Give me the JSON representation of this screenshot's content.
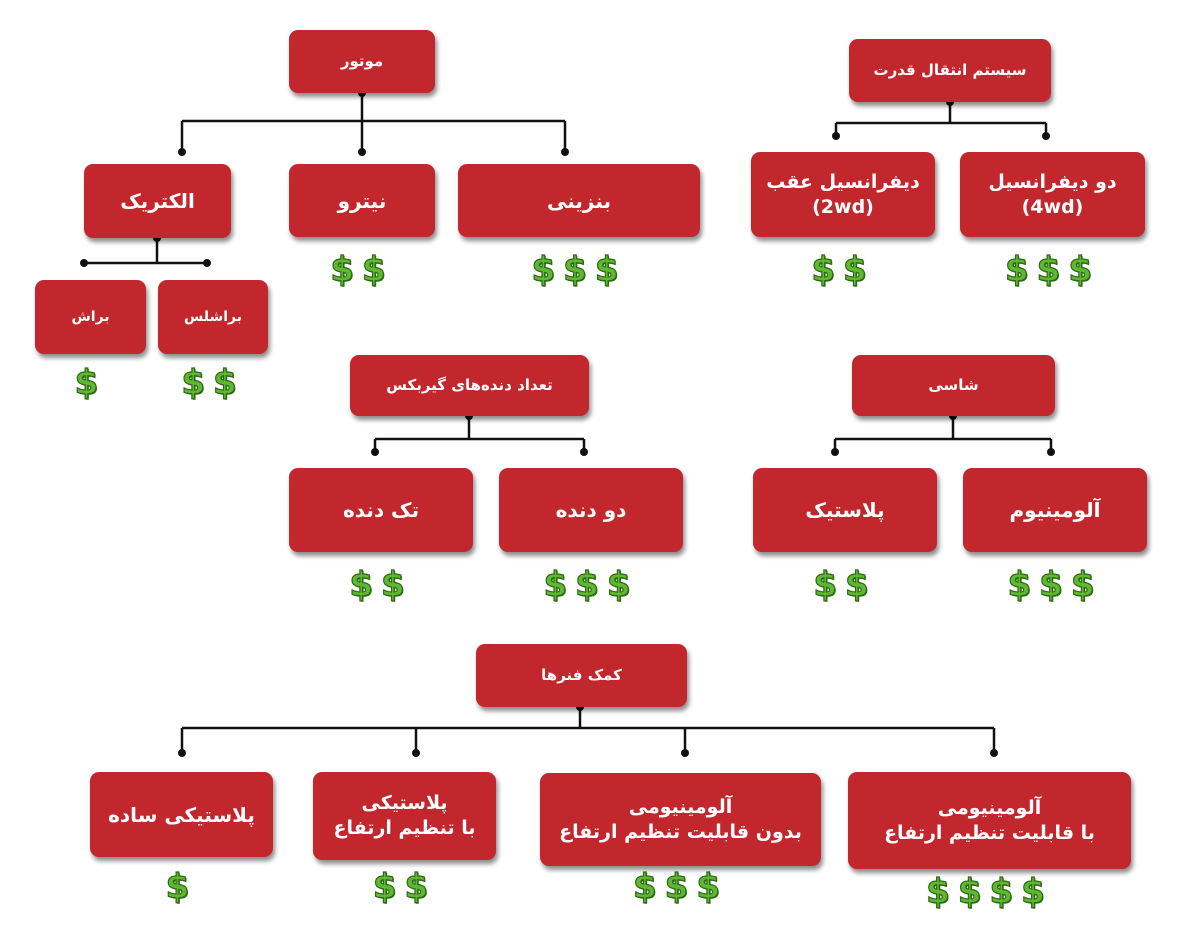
{
  "groups": {
    "motor": {
      "title": "موتور",
      "benzini": {
        "label": "بنزینی",
        "cost": "$$$"
      },
      "nitro": {
        "label": "نیترو",
        "cost": "$$"
      },
      "electric": {
        "label": "الکتریک"
      },
      "brushless": {
        "label": "براشلس",
        "cost": "$$"
      },
      "brushed": {
        "label": "براش",
        "cost": "$"
      }
    },
    "drivetrain": {
      "title": "سیستم انتقال قدرت",
      "awd": {
        "line1": "دو دیفرانسیل",
        "line2": "(4wd)",
        "cost": "$$$"
      },
      "rwd": {
        "line1": "دیفرانسیل عقب",
        "line2": "(2wd)",
        "cost": "$$"
      }
    },
    "gearbox": {
      "title": "تعداد دنده‌های گیربکس",
      "two_speed": {
        "label": "دو دنده",
        "cost": "$$$"
      },
      "single_speed": {
        "label": "تک دنده",
        "cost": "$$"
      }
    },
    "chassis": {
      "title": "شاسی",
      "aluminum": {
        "label": "آلومینیوم",
        "cost": "$$$"
      },
      "plastic": {
        "label": "پلاستیک",
        "cost": "$$"
      }
    },
    "shocks": {
      "title": "کمک فنرها",
      "alu_adjustable": {
        "line1": "آلومینیومی",
        "line2": "با قابلیت تنظیم ارتفاع",
        "cost": "$$$$"
      },
      "alu_fixed": {
        "line1": "آلومینیومی",
        "line2": "بدون قابلیت تنظیم ارتفاع",
        "cost": "$$$"
      },
      "plastic_adjustable": {
        "line1": "پلاستیکی",
        "line2": "با تنظیم ارتفاع",
        "cost": "$$"
      },
      "plastic_simple": {
        "label": "پلاستیکی ساده",
        "cost": "$"
      }
    }
  },
  "colors": {
    "box_fill": "#c1272d",
    "dollar_fill": "#5fb832",
    "dollar_stroke": "#2d6a14",
    "connector": "#111111"
  }
}
